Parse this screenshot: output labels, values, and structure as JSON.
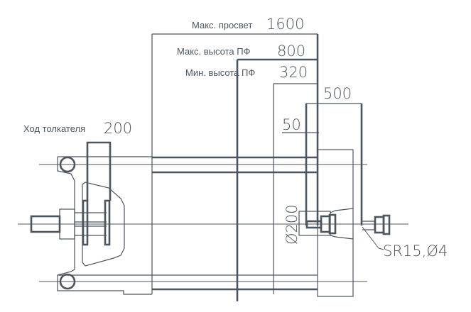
{
  "drawing": {
    "line_color": "#4b555d",
    "dimensions": {
      "max_clearance": {
        "label": "Макс. просвет",
        "value": "1600"
      },
      "max_mold_height": {
        "label": "Макс. высота ПФ",
        "value": "800"
      },
      "min_mold_height": {
        "label": "Мин. высота ПФ",
        "value": "320"
      },
      "platen_width": {
        "value": "500"
      },
      "offset": {
        "value": "50"
      },
      "ejector_stroke": {
        "label": "Ход толкателя",
        "value": "200"
      },
      "locating_ring": {
        "value": "Ø200"
      },
      "nozzle": {
        "value": "SR15,Ø4"
      }
    }
  }
}
